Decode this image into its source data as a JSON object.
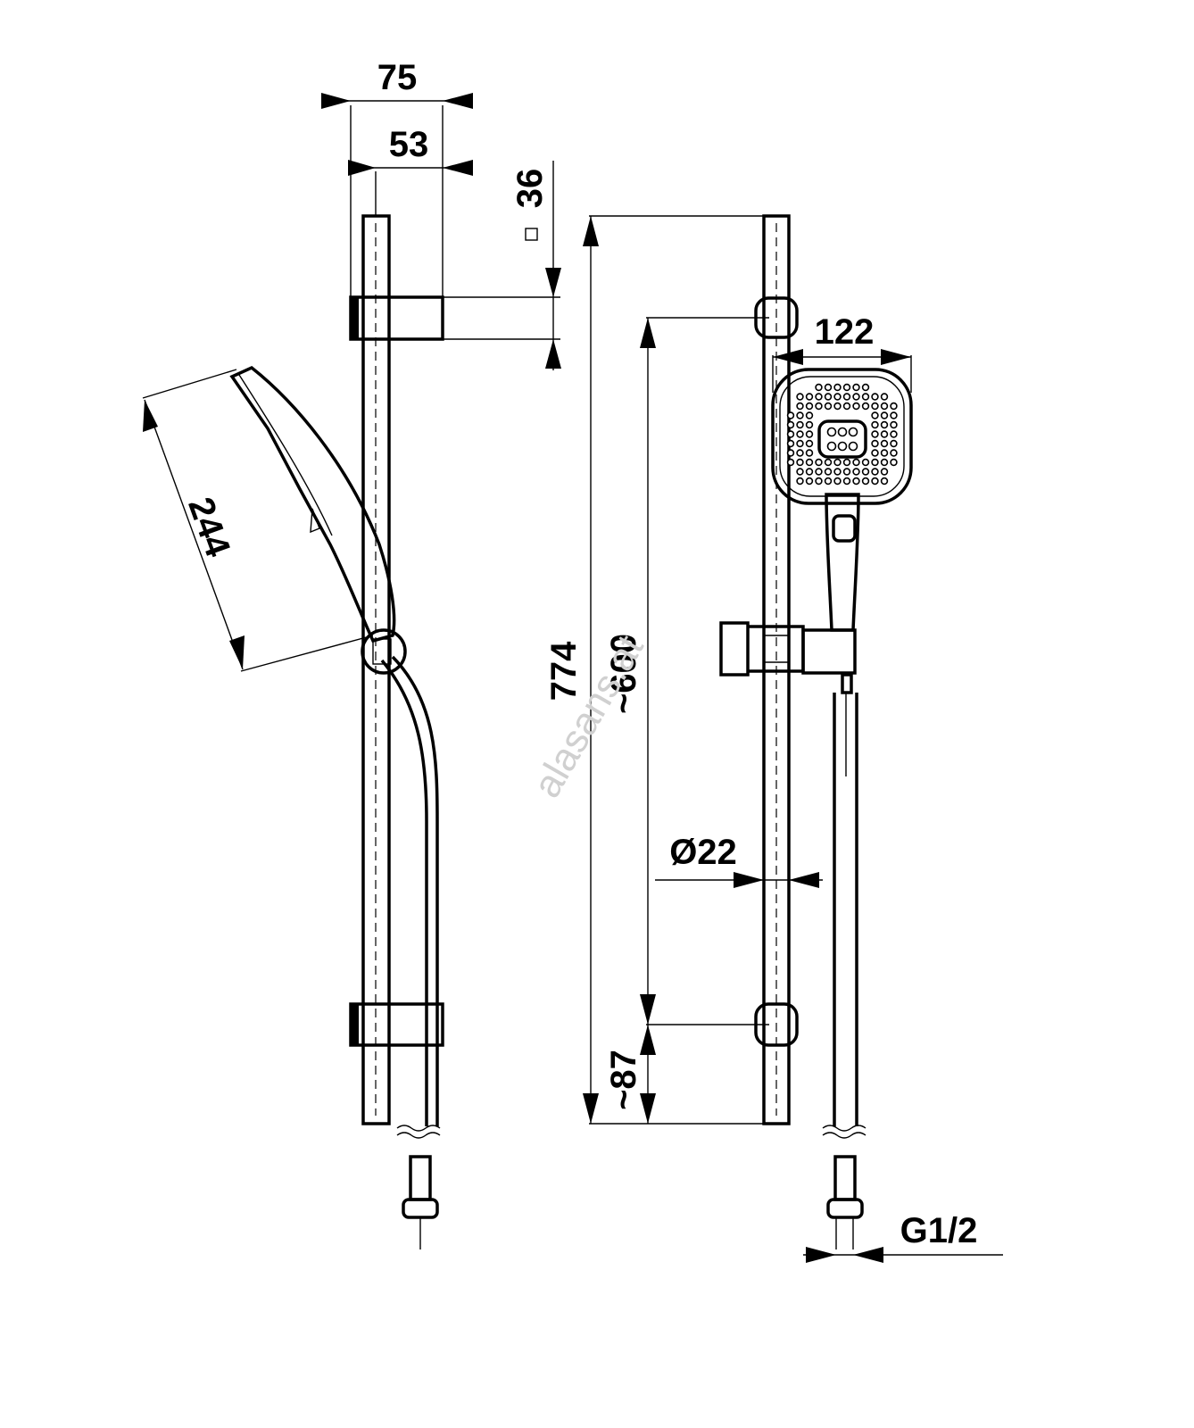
{
  "dimensions": {
    "width_total": "75",
    "width_bar": "53",
    "bracket_square": "36",
    "handshower_length": "244",
    "handshower_width": "122",
    "bar_length": "774",
    "bracket_spacing": "~600",
    "bracket_from_bottom": "~87",
    "bar_diameter": "Ø22",
    "thread": "G1/2"
  },
  "watermark": "alasans.at"
}
